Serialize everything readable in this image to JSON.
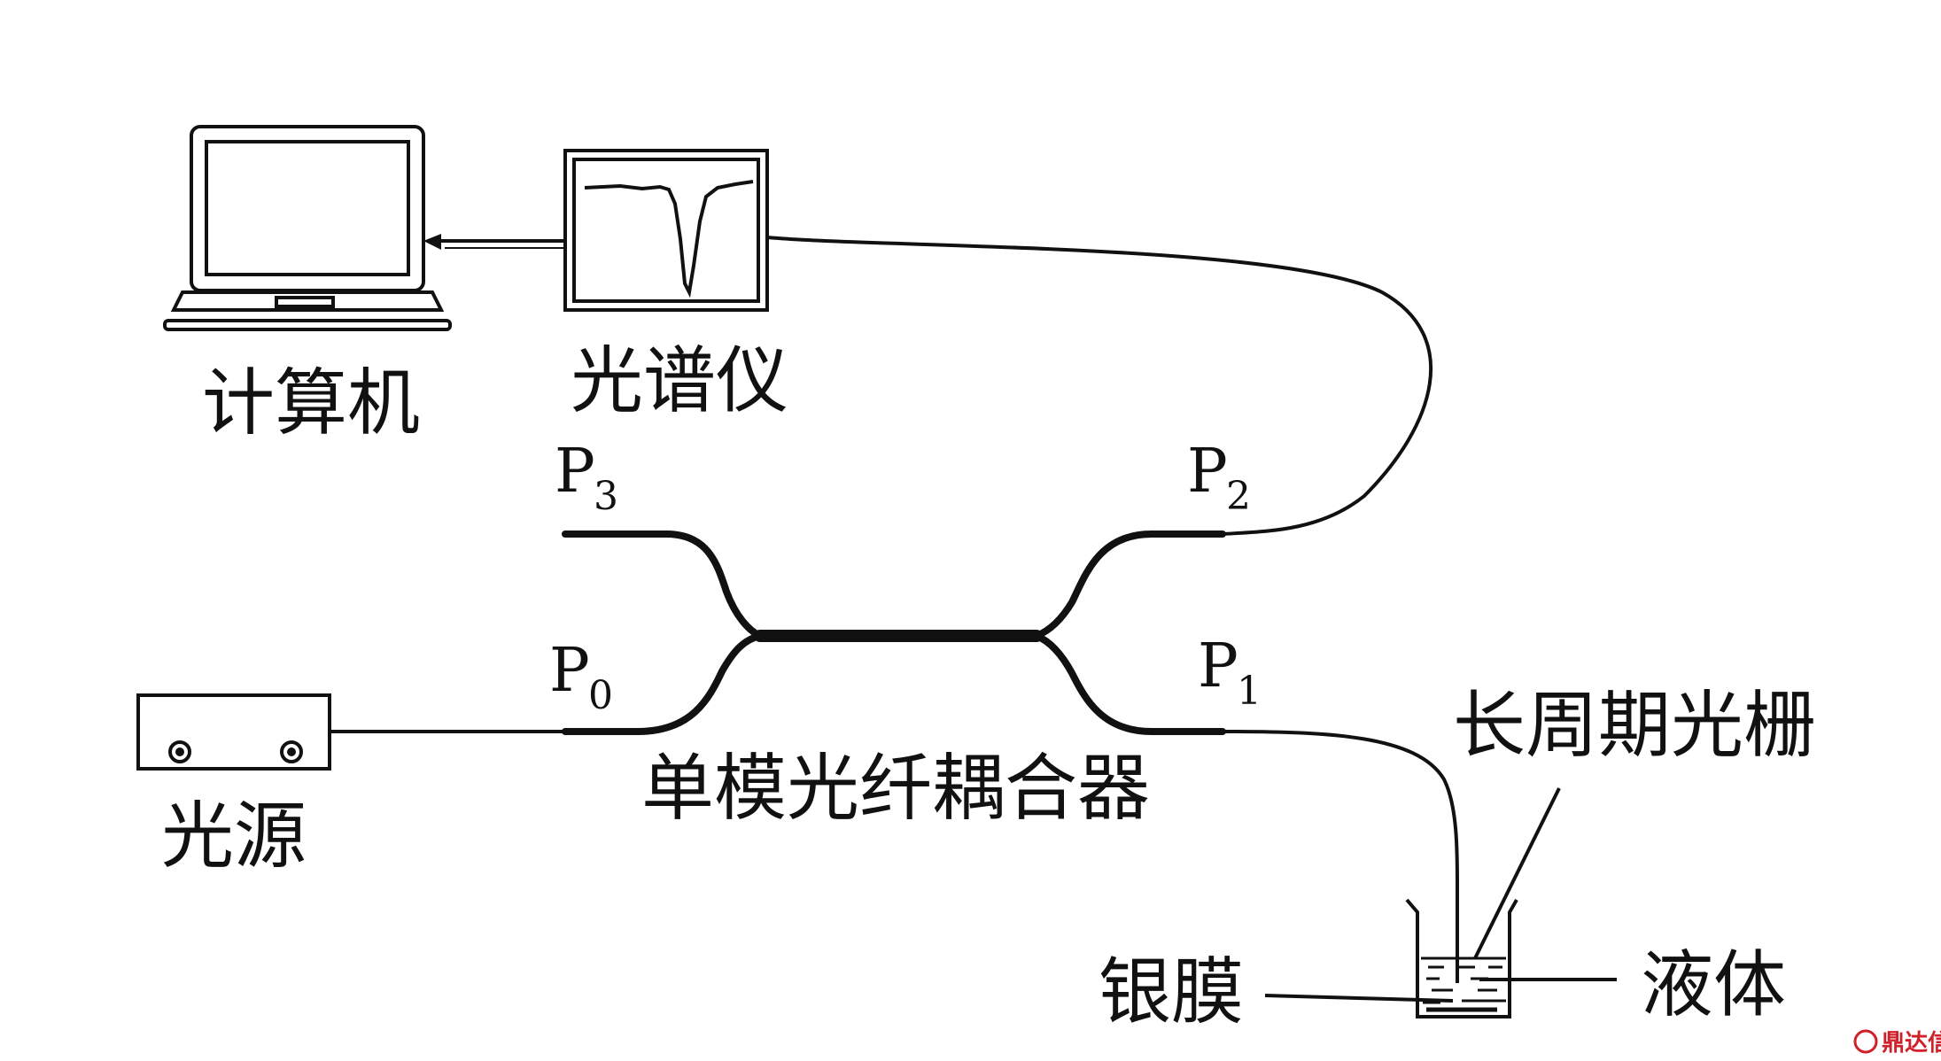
{
  "labels": {
    "computer": "计算机",
    "spectrometer": "光谱仪",
    "light_source": "光源",
    "coupler": "单模光纤耦合器",
    "lpg": "长周期光栅",
    "silver_film": "银膜",
    "liquid": "液体"
  },
  "ports": {
    "p0": {
      "main": "P",
      "sub": "0"
    },
    "p1": {
      "main": "P",
      "sub": "1"
    },
    "p2": {
      "main": "P",
      "sub": "2"
    },
    "p3": {
      "main": "P",
      "sub": "3"
    }
  },
  "watermark": "鼎达信",
  "colors": {
    "ink": "#111111",
    "watermark": "#d0202a"
  }
}
